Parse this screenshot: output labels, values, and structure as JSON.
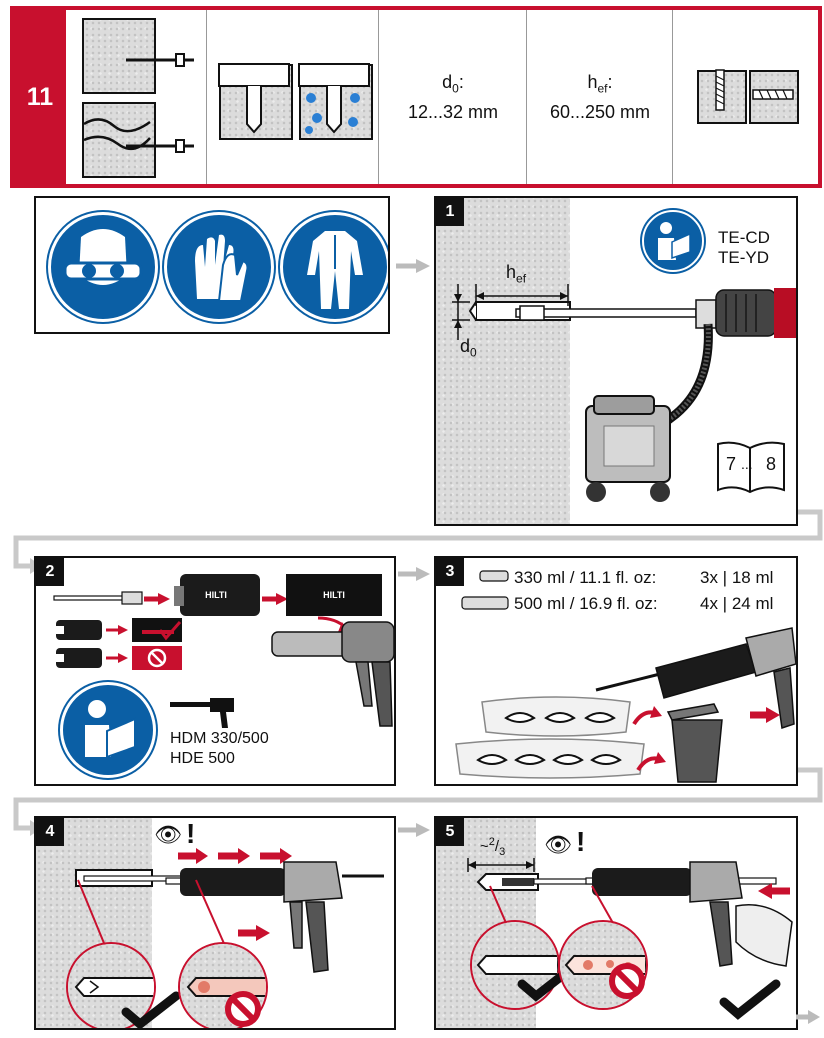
{
  "header": {
    "step_number": "11",
    "diameter_label": "d",
    "diameter_sub": "0",
    "diameter_value": "12...32 mm",
    "depth_label": "h",
    "depth_sub": "ef",
    "depth_value": "60...250 mm"
  },
  "ppe": {
    "icons": [
      "goggles-icon",
      "gloves-icon",
      "overall-icon"
    ]
  },
  "step1": {
    "number": "1",
    "hef_label": "h",
    "hef_sub": "ef",
    "d0_label": "d",
    "d0_sub": "0",
    "tool_line1": "TE-CD",
    "tool_line2": "TE-YD",
    "book_start": "7",
    "book_dots": "...",
    "book_end": "8"
  },
  "step2": {
    "number": "2",
    "dispenser_line1": "HDM 330/500",
    "dispenser_line2": "HDE 500",
    "cartridge_brand": "HILTI"
  },
  "step3": {
    "number": "3",
    "row1_volume": "330 ml / 11.1 fl. oz:",
    "row1_waste": "3x | 18 ml",
    "row2_volume": "500 ml / 16.9 fl. oz:",
    "row2_waste": "4x | 24 ml"
  },
  "step4": {
    "number": "4",
    "attention": "!"
  },
  "step5": {
    "number": "5",
    "fill_prefix": "~",
    "fill_num": "2",
    "fill_den": "3",
    "attention": "!"
  },
  "colors": {
    "hilti_red": "#c8102e",
    "mandatory_blue": "#0b5fa5",
    "concrete_grey": "#dcdcdc"
  }
}
